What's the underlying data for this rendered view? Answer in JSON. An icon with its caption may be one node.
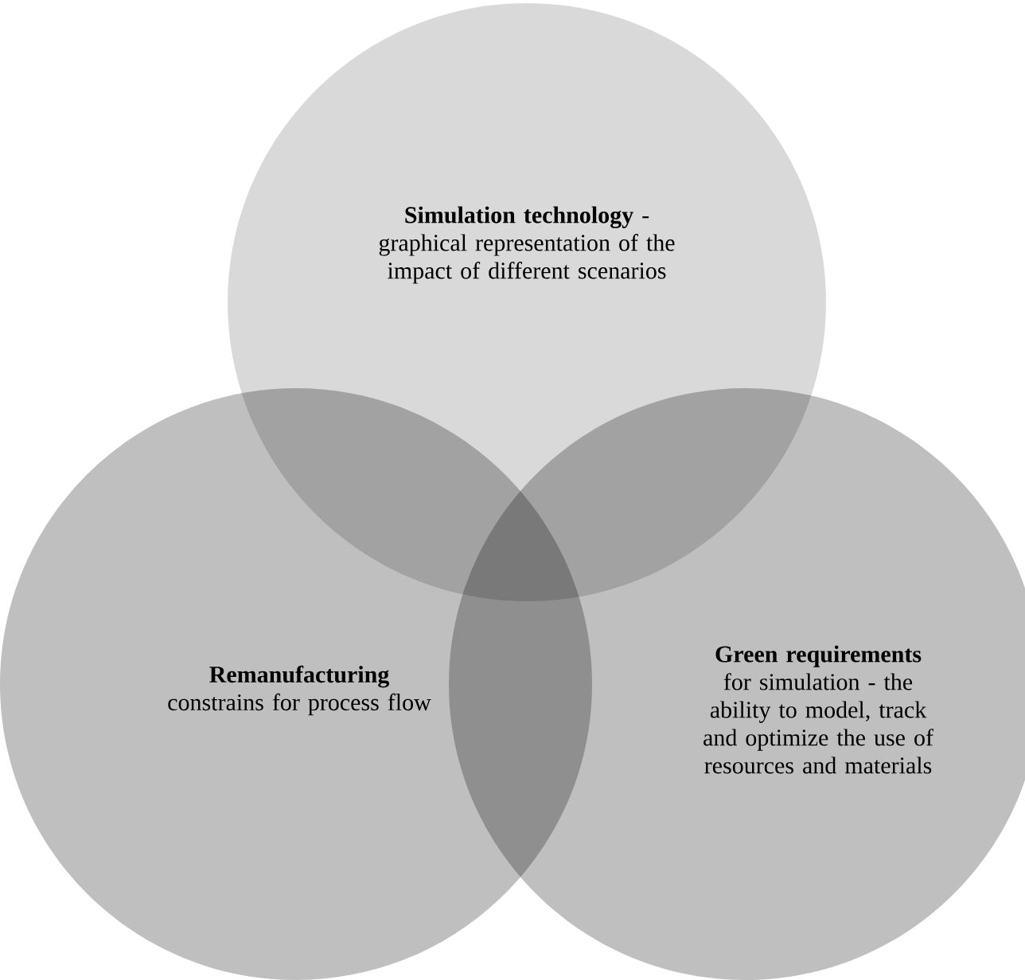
{
  "diagram": {
    "nodes": [
      {
        "text": [
          "**Simulation technology** - graphical representation of the impact of different scenarios"
        ]
      },
      {
        "text": [
          "**Remanufacturing** constrains for process flow"
        ]
      },
      {
        "text": [
          "**Green requirements** for simulation - the ability to model, track and optimize the use of resources and materials"
        ]
      }
    ]
  }
}
